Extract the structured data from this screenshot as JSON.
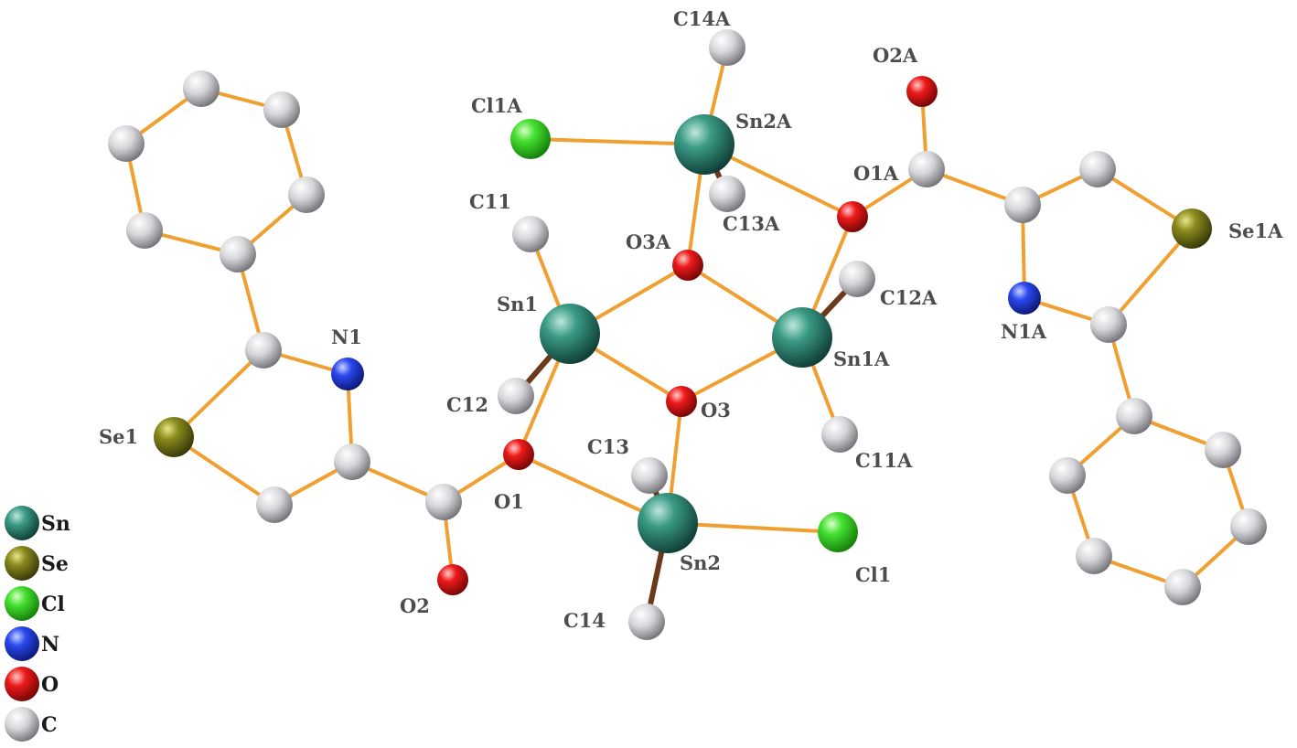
{
  "colors": {
    "Sn": "#2e8b78",
    "Se": "#7a7a14",
    "Cl": "#33dd22",
    "N": "#1d38e0",
    "O": "#e01010",
    "C": "#c8c8cc",
    "bond": "#f0a030",
    "bond_dark": "#6b3a1a"
  },
  "legend": [
    {
      "element": "Sn",
      "label": "Sn"
    },
    {
      "element": "Se",
      "label": "Se"
    },
    {
      "element": "Cl",
      "label": "Cl"
    },
    {
      "element": "N",
      "label": "N"
    },
    {
      "element": "O",
      "label": "O"
    },
    {
      "element": "C",
      "label": "C"
    }
  ],
  "labels": {
    "C14A": "C14A",
    "O2A": "O2A",
    "Cl1A": "Cl1A",
    "Sn2A": "Sn2A",
    "O1A": "O1A",
    "C11": "C11",
    "C13A": "C13A",
    "O3A": "O3A",
    "Se1A": "Se1A",
    "Sn1": "Sn1",
    "C12A": "C12A",
    "N1": "N1",
    "N1A": "N1A",
    "Sn1A": "Sn1A",
    "C12": "C12",
    "O3": "O3",
    "Se1": "Se1",
    "C13": "C13",
    "C11A": "C11A",
    "O1": "O1",
    "Sn2": "Sn2",
    "Cl1": "Cl1",
    "O2": "O2",
    "C14": "C14"
  }
}
